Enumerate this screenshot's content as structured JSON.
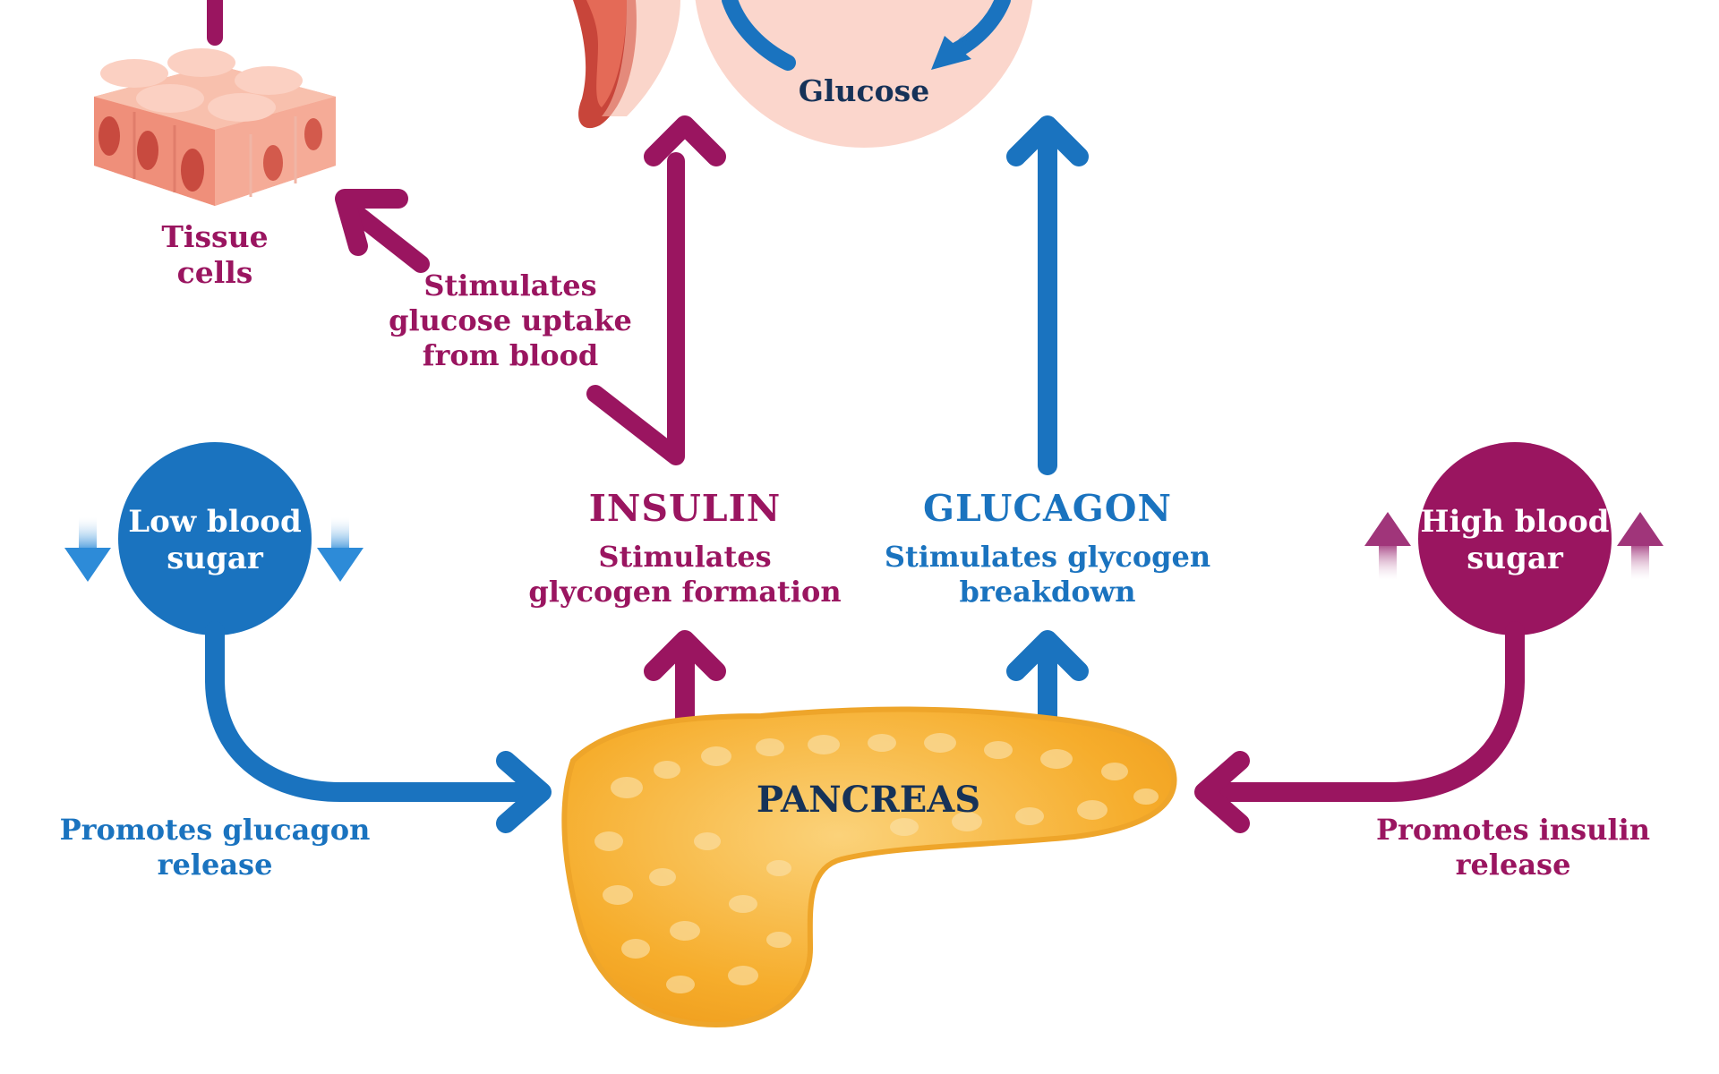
{
  "liver_circle": {
    "glucose_label": "Glucose"
  },
  "tissue": {
    "line1": "Tissue",
    "line2": "cells"
  },
  "tissue_arrow_note": {
    "line1": "Stimulates",
    "line2": "glucose uptake",
    "line3": "from blood"
  },
  "insulin": {
    "title": "INSULIN",
    "line1": "Stimulates",
    "line2": "glycogen formation"
  },
  "glucagon": {
    "title": "GLUCAGON",
    "line1": "Stimulates glycogen",
    "line2": "breakdown"
  },
  "low_sugar": {
    "line1": "Low blood",
    "line2": "sugar",
    "note_line1": "Promotes glucagon",
    "note_line2": "release"
  },
  "high_sugar": {
    "line1": "High blood",
    "line2": "sugar",
    "note_line1": "Promotes insulin",
    "note_line2": "release"
  },
  "pancreas": {
    "label": "PANCREAS"
  },
  "colors": {
    "magenta": "#9a1560",
    "blue": "#1a73bf",
    "navy": "#163258",
    "pancreas": "#f7b436",
    "liver_circle": "#fbd6cc",
    "tissue": "#f29c88"
  }
}
